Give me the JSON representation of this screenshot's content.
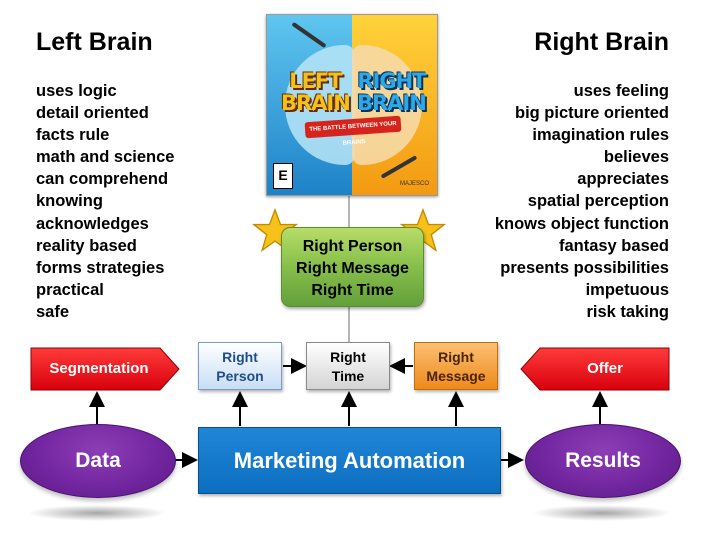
{
  "left_brain": {
    "heading": "Left Brain",
    "items": [
      "uses logic",
      "detail oriented",
      "facts rule",
      "math and science",
      "can comprehend",
      "knowing",
      "acknowledges",
      "reality based",
      "forms strategies",
      "practical",
      "safe"
    ]
  },
  "right_brain": {
    "heading": "Right Brain",
    "items": [
      "uses feeling",
      "big picture oriented",
      "imagination rules",
      "believes",
      "appreciates",
      "spatial perception",
      "knows object function",
      "fantasy based",
      "presents possibilities",
      "impetuous",
      "risk taking"
    ]
  },
  "cover": {
    "title_left_line1": "LEFT",
    "title_left_line2": "BRAIN",
    "title_right_line1": "RIGHT",
    "title_right_line2": "BRAIN",
    "banner": "THE BATTLE BETWEEN YOUR BRAINS",
    "rating": "E",
    "publisher": "MAJESCO"
  },
  "center_box": {
    "line1": "Right Person",
    "line2": "Right Message",
    "line3": "Right Time"
  },
  "boxes": {
    "person": {
      "line1": "Right",
      "line2": "Person"
    },
    "time": {
      "line1": "Right",
      "line2": "Time"
    },
    "message": {
      "line1": "Right",
      "line2": "Message"
    }
  },
  "segmentation": "Segmentation",
  "offer": "Offer",
  "data_label": "Data",
  "automation_label": "Marketing Automation",
  "results_label": "Results",
  "colors": {
    "red_arrow": "#e8000f",
    "purple": "#7226a0",
    "blue": "#1478c8",
    "green": "#8bc24d",
    "orange": "#ee8a1a",
    "star": "#f6c21a"
  }
}
